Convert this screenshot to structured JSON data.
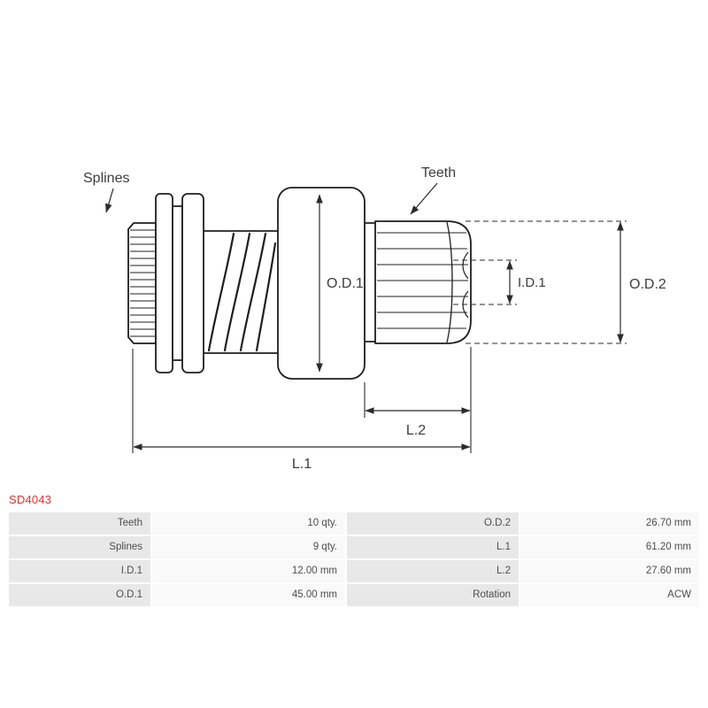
{
  "part_number": "SD4043",
  "colors": {
    "part_number_red": "#e0312e",
    "table_label_bg": "#e8e8e8",
    "table_value_bg": "#f9f9f9",
    "drawing_line": "#222222"
  },
  "drawing": {
    "callouts": {
      "splines": "Splines",
      "teeth": "Teeth"
    },
    "dimensions": {
      "od1": "O.D.1",
      "id1": "I.D.1",
      "od2": "O.D.2",
      "l1": "L.1",
      "l2": "L.2"
    }
  },
  "spec_table": {
    "rows": [
      {
        "label1": "Teeth",
        "value1": "10 qty.",
        "label2": "O.D.2",
        "value2": "26.70 mm"
      },
      {
        "label1": "Splines",
        "value1": "9 qty.",
        "label2": "L.1",
        "value2": "61.20 mm"
      },
      {
        "label1": "I.D.1",
        "value1": "12.00 mm",
        "label2": "L.2",
        "value2": "27.60 mm"
      },
      {
        "label1": "O.D.1",
        "value1": "45.00 mm",
        "label2": "Rotation",
        "value2": "ACW"
      }
    ]
  }
}
